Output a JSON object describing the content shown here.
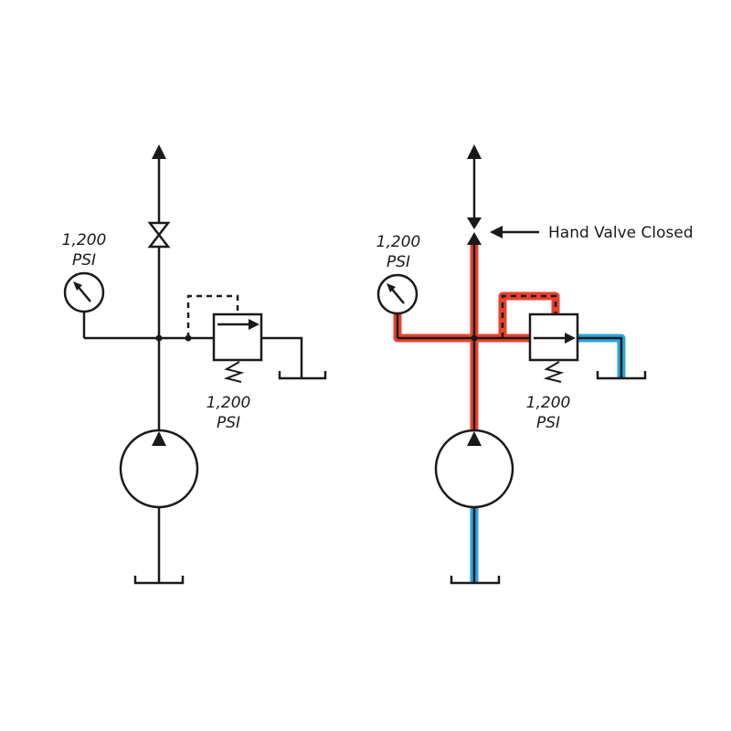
{
  "left_diagram": {
    "gauge_reading": "1,200",
    "gauge_unit": "PSI",
    "relief_setting": "1,200",
    "relief_unit": "PSI"
  },
  "right_diagram": {
    "gauge_reading": "1,200",
    "gauge_unit": "PSI",
    "relief_setting": "1,200",
    "relief_unit": "PSI",
    "callout": "Hand Valve Closed"
  },
  "colors": {
    "line": "#1a1a1a",
    "pressure": "#e8412c",
    "tank_return": "#2aa6dc"
  }
}
